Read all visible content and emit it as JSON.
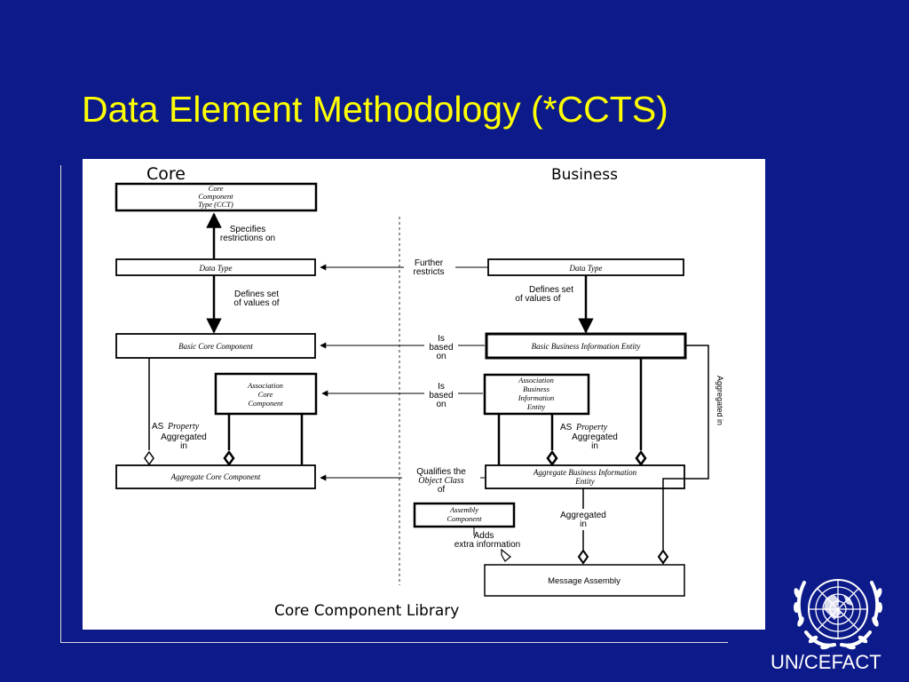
{
  "slide": {
    "title": "Data Element Methodology (*CCTS)",
    "organization": "UN/CEFACT"
  },
  "diagram": {
    "headers": {
      "left": "Core",
      "right": "Business"
    },
    "footer": "Core Component Library",
    "core": {
      "cct": [
        "Core",
        "Component",
        "Type (CCT)"
      ],
      "data_type": "Data Type",
      "bcc": "Basic Core Component",
      "ascc": [
        "Association",
        "Core",
        "Component"
      ],
      "acc": "Aggregate Core Component"
    },
    "business": {
      "data_type": "Data Type",
      "bbie": "Basic Business Information Entity",
      "asbie": [
        "Association",
        "Business",
        "Information",
        "Entity"
      ],
      "abie": [
        "Aggregate Business Information",
        "Entity"
      ],
      "assembly_component": [
        "Assembly",
        "Component"
      ],
      "message_assembly": "Message Assembly"
    },
    "labels": {
      "specifies": [
        "Specifies",
        "restrictions on"
      ],
      "defines_left": [
        "Defines set",
        "of values of"
      ],
      "defines_right": [
        "Defines set",
        "of values of"
      ],
      "further": [
        "Further",
        "restricts"
      ],
      "is_based_1": [
        "Is",
        "based",
        "on"
      ],
      "is_based_2": [
        "Is",
        "based",
        "on"
      ],
      "as_property_left": [
        "AS",
        "Property",
        "Aggregated",
        "in"
      ],
      "as_property_right": [
        "AS",
        "Property",
        "Aggregated",
        "in"
      ],
      "qualifies": [
        "Qualifies the",
        "Object Class",
        "of"
      ],
      "aggregated_in": [
        "Aggregated",
        "in"
      ],
      "adds": [
        "Adds",
        "extra information"
      ],
      "vertical": "Aggregated in"
    }
  }
}
